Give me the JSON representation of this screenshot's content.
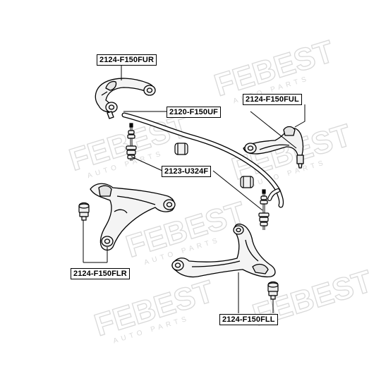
{
  "watermark": {
    "brand": "FEBEST",
    "tagline": "AUTO PARTS"
  },
  "labels": {
    "fur": "2124-F150FUR",
    "ful": "2124-F150FUL",
    "uf": "2120-F150UF",
    "u324f": "2123-U324F",
    "flr": "2124-F150FLR",
    "fll": "2124-F150FLL"
  }
}
